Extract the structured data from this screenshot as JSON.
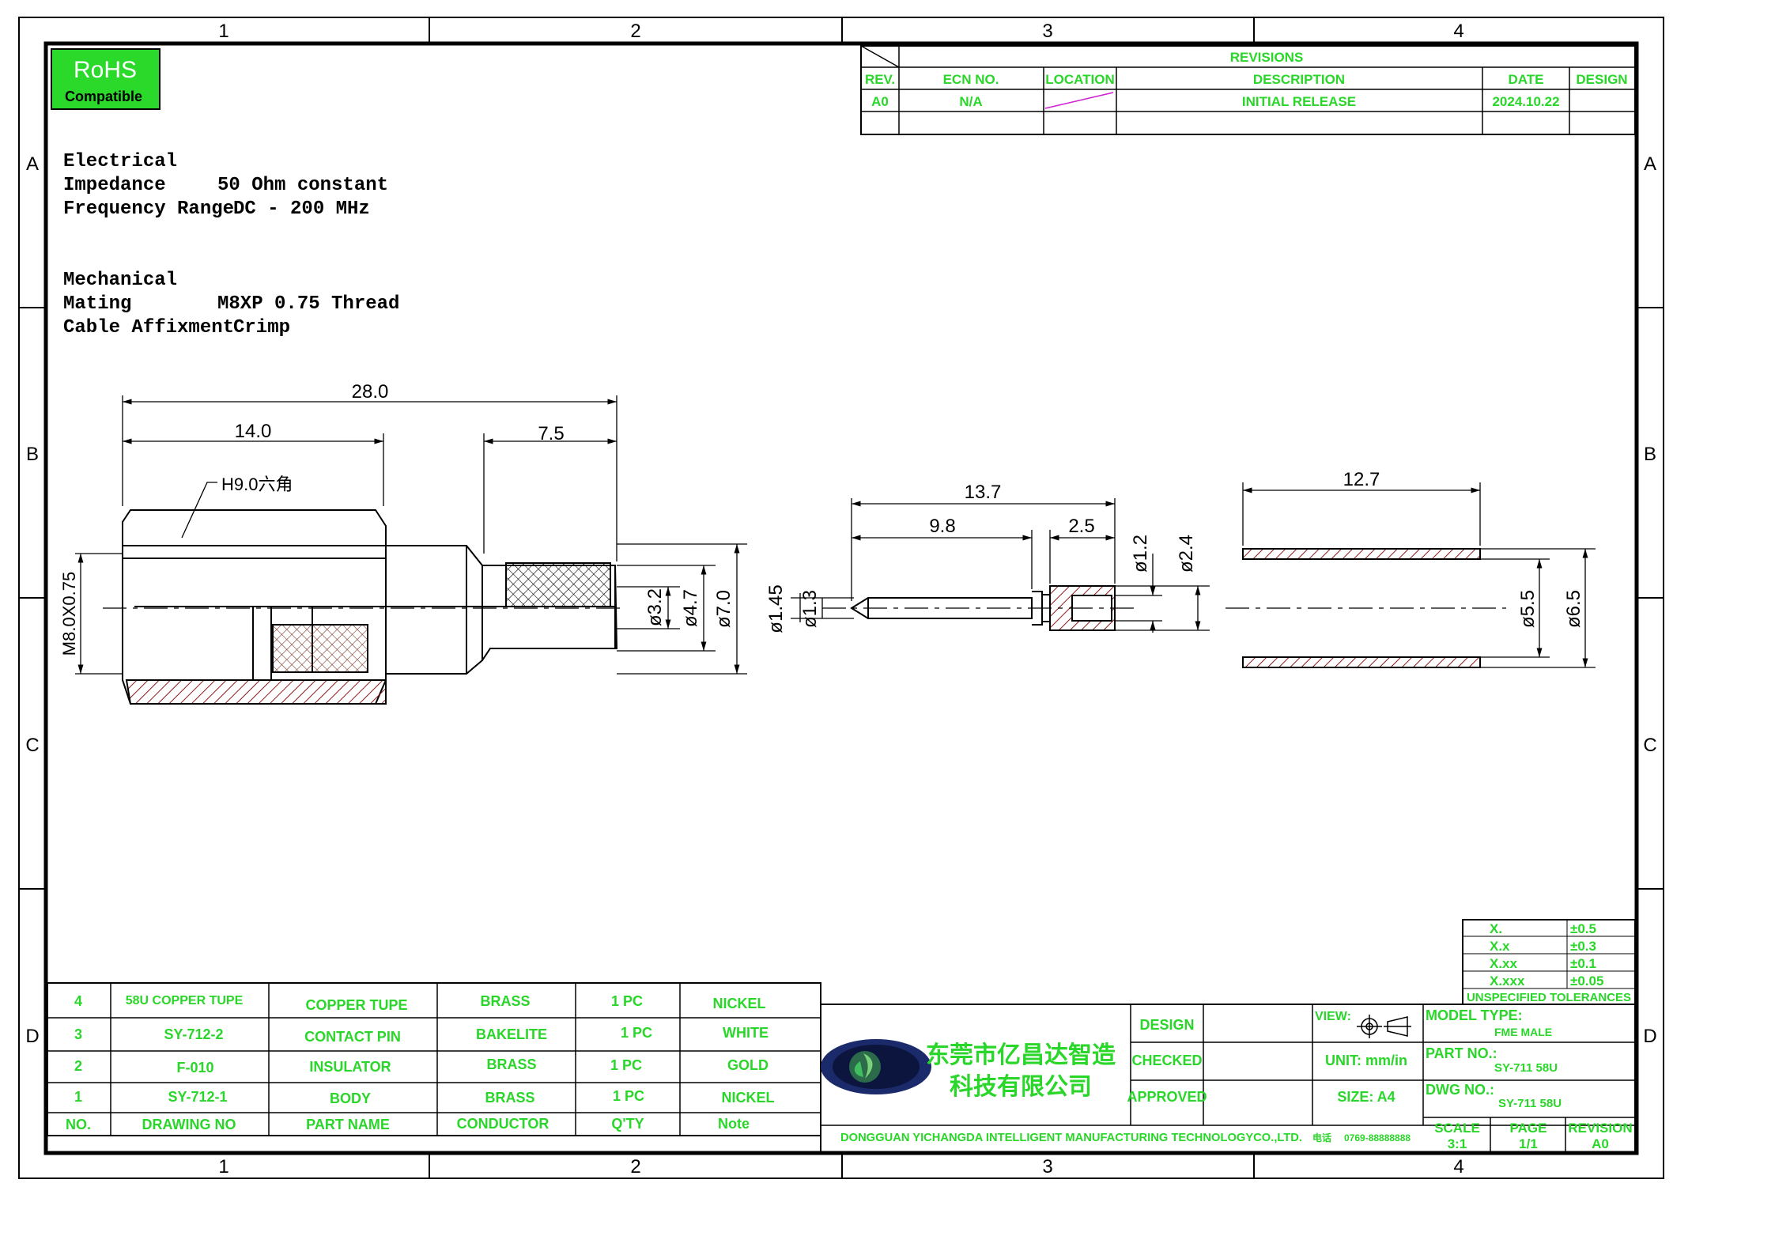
{
  "grid": {
    "columns": [
      "1",
      "2",
      "3",
      "4"
    ],
    "rows": [
      "A",
      "B",
      "C",
      "D"
    ]
  },
  "rohs": {
    "title": "RoHS",
    "subtitle": "Compatible"
  },
  "revisions": {
    "title": "REVISIONS",
    "headers": [
      "REV.",
      "ECN NO.",
      "LOCATION",
      "DESCRIPTION",
      "DATE",
      "DESIGN"
    ],
    "row": [
      "A0",
      "N/A",
      "",
      "INITIAL RELEASE",
      "2024.10.22",
      ""
    ]
  },
  "specs": {
    "electrical_heading": "Electrical",
    "impedance_label": "Impedance",
    "impedance_value": "50 Ohm constant",
    "frequency_label": "Frequency Range",
    "frequency_value": "DC - 200 MHz",
    "mechanical_heading": "Mechanical",
    "mating_label": "Mating",
    "mating_value": "M8XP 0.75 Thread",
    "affixment_label": "Cable Affixment",
    "affixment_value": "Crimp"
  },
  "body_dims": {
    "overall": "28.0",
    "hex_len": "14.0",
    "crimp_len": "7.5",
    "hex_note": "H9.0六角",
    "thread": "M8.0X0.75",
    "d1": "ø3.2",
    "d2": "ø4.7",
    "d3": "ø7.0"
  },
  "pin_dims": {
    "overall": "13.7",
    "shaft": "9.8",
    "cup": "2.5",
    "d_tip1": "ø1.45",
    "d_tip2": "ø1.3",
    "d_bore": "ø1.2",
    "d_outer": "ø2.4"
  },
  "ferrule_dims": {
    "length": "12.7",
    "d_inner": "ø5.5",
    "d_outer": "ø6.5"
  },
  "tolerances": {
    "rows": [
      {
        "k": "X.",
        "v": "±0.5"
      },
      {
        "k": "X.x",
        "v": "±0.3"
      },
      {
        "k": "X.xx",
        "v": "±0.1"
      },
      {
        "k": "X.xxx",
        "v": "±0.05"
      }
    ],
    "footer": "UNSPECIFIED TOLERANCES"
  },
  "bom": {
    "headers": [
      "NO.",
      "DRAWING NO",
      "PART NAME",
      "CONDUCTOR",
      "Q'TY",
      "Note"
    ],
    "rows": [
      [
        "4",
        "58U COPPER TUPE",
        "COPPER TUPE",
        "BRASS",
        "1 PC",
        "NICKEL"
      ],
      [
        "3",
        "SY-712-2",
        "CONTACT PIN",
        "BAKELITE",
        "1 PC",
        "WHITE"
      ],
      [
        "2",
        "F-010",
        "INSULATOR",
        "BRASS",
        "1 PC",
        "GOLD"
      ],
      [
        "1",
        "SY-712-1",
        "BODY",
        "BRASS",
        "1 PC",
        "NICKEL"
      ]
    ]
  },
  "title_block": {
    "company_cn_1": "东莞市亿昌达智造",
    "company_cn_2": "科技有限公司",
    "design": "DESIGN",
    "checked": "CHECKED",
    "approved": "APPROVED",
    "view": "VIEW:",
    "unit": "UNIT: mm/in",
    "size": "SIZE: A4",
    "model_type_label": "MODEL TYPE:",
    "model_type_value": "FME MALE",
    "part_no_label": "PART NO.:",
    "part_no_value": "SY-711 58U",
    "dwg_no_label": "DWG NO.:",
    "dwg_no_value": "SY-711 58U",
    "company_en": "DONGGUAN YICHANGDA INTELLIGENT MANUFACTURING TECHNOLOGYCO.,LTD.",
    "phone_label": "电话",
    "phone_value": "0769-88888888",
    "scale_label": "SCALE",
    "scale_value": "3:1",
    "page_label": "PAGE",
    "page_value": "1/1",
    "revision_label": "REVISION",
    "revision_value": "A0"
  },
  "colors": {
    "green": "#29d629",
    "rohs_bg": "#2bd92b",
    "line": "#000000",
    "hatch": "#8b1a1a",
    "magenta": "#d020d0"
  }
}
